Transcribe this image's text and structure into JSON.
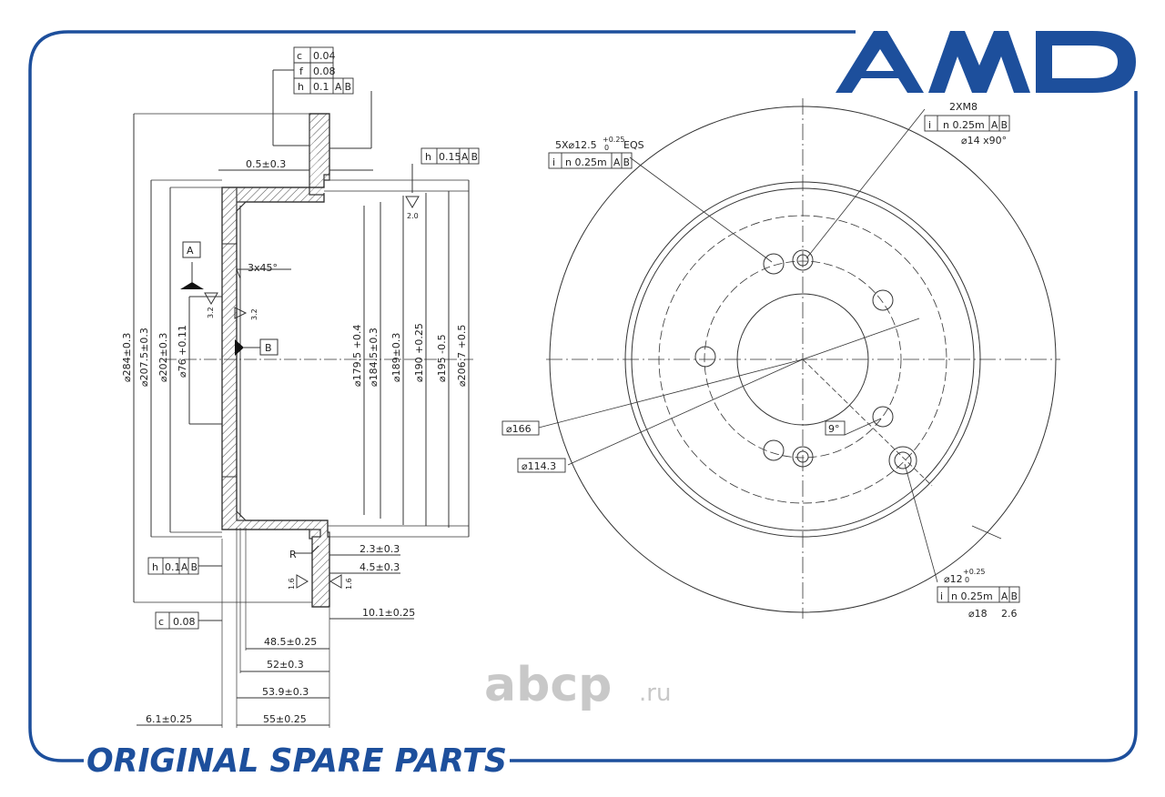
{
  "brand": {
    "logo_text": "AMD",
    "footer_text": "ORIGINAL SPARE PARTS",
    "watermark": "abcp",
    "watermark_suffix": ".ru",
    "brand_color": "#1d4f9c",
    "frame_color": "#1d4f9c",
    "watermark_color": "#c8c8c8"
  },
  "section_view": {
    "tolerance_frame_top": [
      {
        "sym": "c",
        "val": "0.04",
        "ref": ""
      },
      {
        "sym": "f",
        "val": "0.08",
        "ref": ""
      },
      {
        "sym": "h",
        "val": "0.1",
        "ref": "A B"
      }
    ],
    "tol_h015": {
      "sym": "h",
      "val": "0.15",
      "ref": "A B"
    },
    "tol_h01_bottom": {
      "sym": "h",
      "val": "0.1",
      "ref": "A B"
    },
    "tol_c008": {
      "sym": "c",
      "val": "0.08"
    },
    "datum_a": "A",
    "datum_b": "B",
    "chamfer": "3x45°",
    "radius": "R",
    "roughness": [
      "2.0",
      "3.2",
      "3.2",
      "1.6",
      "1.6"
    ],
    "vertical_dims": [
      "⌀284±0.3",
      "⌀207.5±0.3",
      "⌀202±0.3",
      "⌀76 +0.11",
      "⌀179.5 +0.4",
      "⌀184.5±0.3",
      "⌀189±0.3",
      "⌀190 +0.25",
      "⌀195 -0.5",
      "⌀206.7 +0.5"
    ],
    "horizontal_dims": {
      "d05": "0.5±0.3",
      "d23": "2.3±0.3",
      "d45": "4.5±0.3",
      "d101": "10.1±0.25",
      "d485": "48.5±0.25",
      "d52": "52±0.3",
      "d539": "53.9±0.3",
      "d61": "6.1±0.25",
      "d55": "55±0.25"
    }
  },
  "front_view": {
    "bolt_holes": "5X⌀12.5",
    "bolt_tol": "+0.25",
    "bolt_tol0": "0",
    "eqs": "EQS",
    "pos_tol_left": {
      "sym": "i",
      "val": "n 0.25m",
      "ref": "A B"
    },
    "thread": "2XM8",
    "pos_tol_right": {
      "sym": "i",
      "val": "n 0.25m",
      "ref": "A B"
    },
    "csk": "⌀14 x90°",
    "pcd_166": "⌀166",
    "pcd_1143": "⌀114.3",
    "angle": "9°",
    "pin_hole": "⌀12",
    "pin_tol": "+0.25",
    "pin_tol0": "0",
    "pos_tol_pin": {
      "sym": "i",
      "val": "n 0.25m",
      "ref": "A B"
    },
    "pin_csk": "⌀18",
    "pin_depth": "2.6"
  }
}
